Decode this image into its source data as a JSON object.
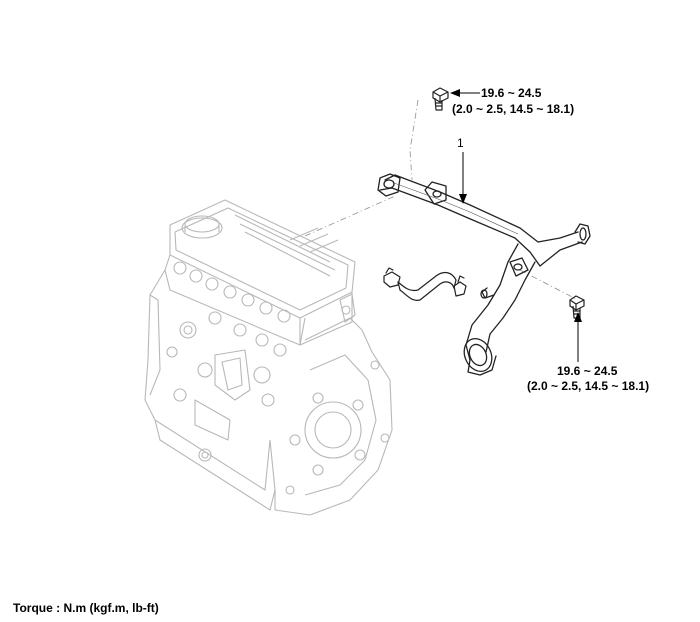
{
  "callouts": {
    "top_torque": {
      "line1": "19.6 ~ 24.5",
      "line2": "(2.0 ~ 2.5, 14.5 ~ 18.1)"
    },
    "bottom_torque": {
      "line1": "19.6 ~ 24.5",
      "line2": "(2.0 ~ 2.5, 14.5 ~ 18.1)"
    },
    "part_number": "1"
  },
  "footer": {
    "torque_note": "Torque : N.m (kgf.m, lb-ft)"
  },
  "colors": {
    "ink": "#000000",
    "line_art": "#b8b8b8",
    "part_outline": "#222222"
  }
}
